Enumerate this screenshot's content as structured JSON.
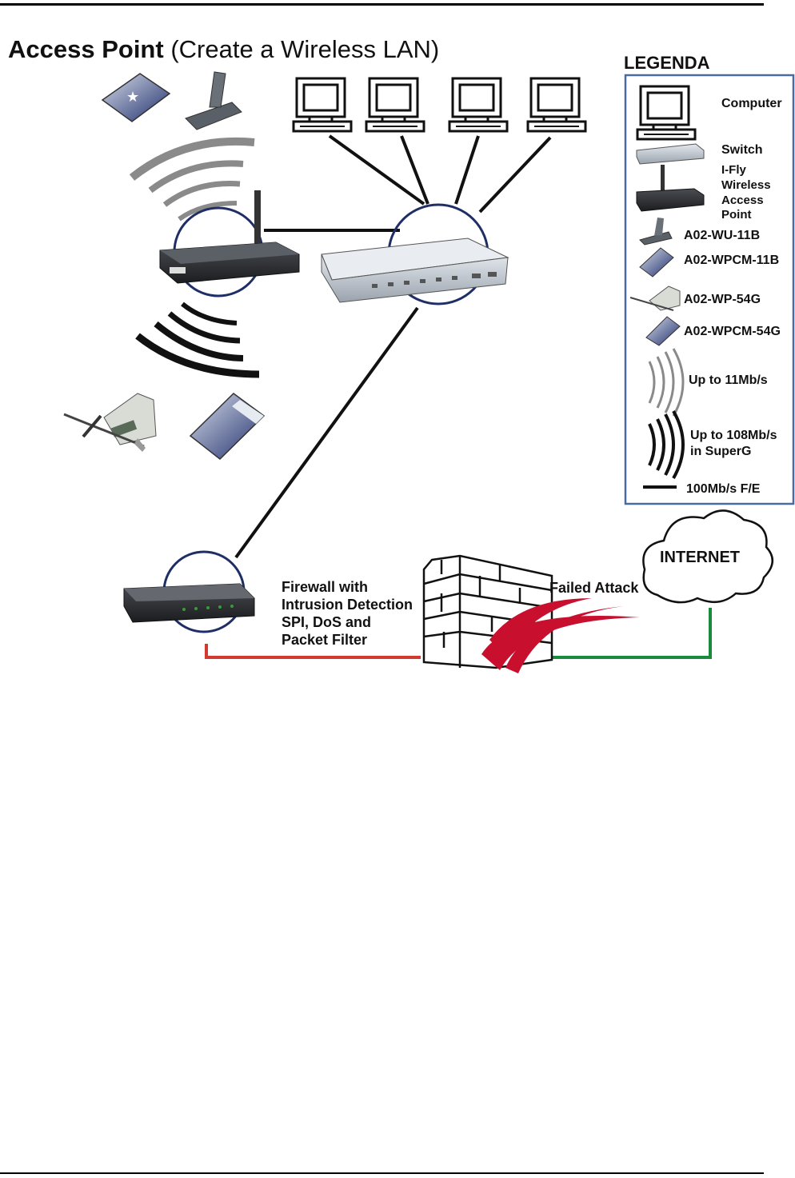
{
  "page": {
    "title_bold": "Access Point",
    "title_rest": " (Create a Wireless LAN)"
  },
  "legend": {
    "heading": "LEGENDA",
    "items": [
      {
        "icon": "computer-icon",
        "label": "Computer"
      },
      {
        "icon": "switch-icon",
        "label": "Switch"
      },
      {
        "icon": "access-point-icon",
        "label_lines": [
          "I-Fly",
          "Wireless",
          "Access",
          "Point"
        ]
      },
      {
        "icon": "usb-adapter-icon",
        "label": "A02-WU-11B"
      },
      {
        "icon": "pcmcia-card-icon",
        "label": "A02-WPCM-11B"
      },
      {
        "icon": "pci-card-icon",
        "label": "A02-WP-54G"
      },
      {
        "icon": "pcmcia-card-icon",
        "label": "A02-WPCM-54G"
      },
      {
        "icon": "thin-wave-icon",
        "label": "Up to 11Mb/s"
      },
      {
        "icon": "thick-wave-icon",
        "label_lines": [
          "Up to 108Mb/s",
          "in SuperG"
        ]
      },
      {
        "icon": "line-icon",
        "label": "100Mb/s F/E"
      }
    ]
  },
  "diagram": {
    "firewall_lines": [
      "Firewall with",
      "Intrusion Detection",
      "SPI, DoS and",
      "Packet Filter"
    ],
    "failed_attack": "Failed Attack",
    "internet": "INTERNET"
  },
  "colors": {
    "red_link": "#d23a2e",
    "green_link": "#1a8a3c",
    "attack": "#c8102e",
    "circle": "#1f2f66",
    "legend_border": "#4a6aa0"
  }
}
